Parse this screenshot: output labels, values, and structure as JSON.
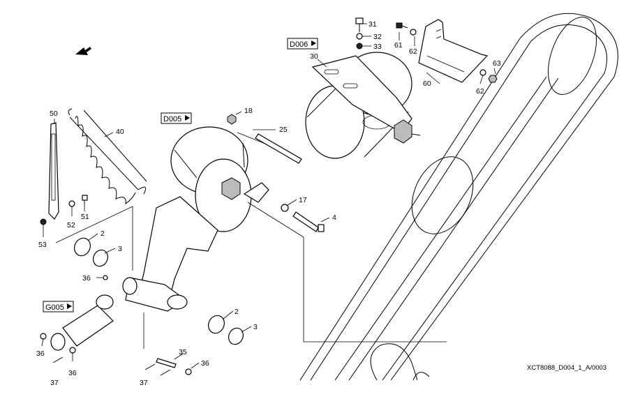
{
  "references": {
    "d005": "D005",
    "d006": "D006",
    "g005": "G005"
  },
  "drawing_code": "XCT8088_D004_1_A/0003",
  "callouts": {
    "p2a": "2",
    "p2b": "2",
    "p3a": "3",
    "p3b": "3",
    "p4": "4",
    "p17": "17",
    "p18": "18",
    "p25": "25",
    "p30": "30",
    "p31": "31",
    "p32": "32",
    "p33": "33",
    "p35": "35",
    "p36a": "36",
    "p36b": "36",
    "p36c": "36",
    "p36d": "36",
    "p37a": "37",
    "p37b": "37",
    "p40": "40",
    "p50": "50",
    "p51": "51",
    "p52": "52",
    "p53": "53",
    "p60": "60",
    "p61": "61",
    "p62a": "62",
    "p62b": "62",
    "p63": "63"
  }
}
